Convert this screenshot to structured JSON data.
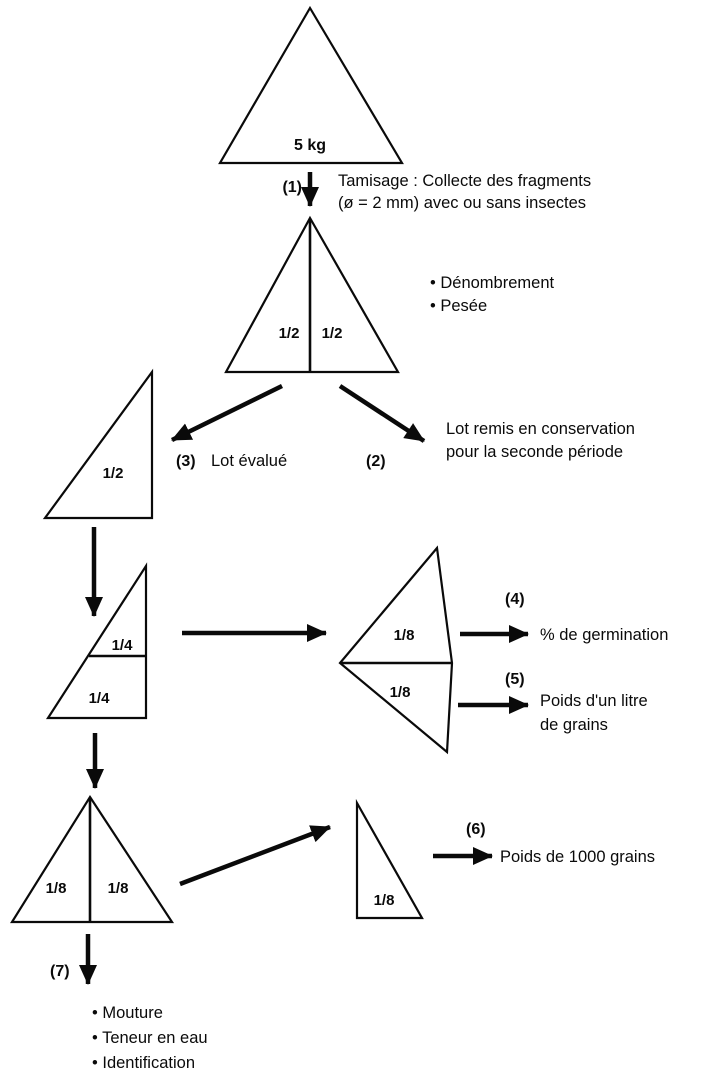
{
  "diagram": {
    "start": {
      "label": "5 kg"
    },
    "step1": {
      "num": "(1)",
      "note1": "Tamisage : Collecte des fragments",
      "note2": "(ø = 2 mm) avec ou sans insectes"
    },
    "split_half": {
      "left": "1/2",
      "right": "1/2",
      "bullet1": "• Dénombrement",
      "bullet2": "• Pesée"
    },
    "step3": {
      "num": "(3)",
      "label": "Lot évalué"
    },
    "step2": {
      "num": "(2)",
      "note1": "Lot remis en conservation",
      "note2": "pour la seconde période"
    },
    "half_kept": {
      "label": "1/2"
    },
    "quarters": {
      "top": "1/4",
      "bottom": "1/4"
    },
    "eighths_right": {
      "top": "1/8",
      "bottom": "1/8"
    },
    "step4": {
      "num": "(4)",
      "label": "% de germination"
    },
    "step5": {
      "num": "(5)",
      "note1": "Poids d'un litre",
      "note2": "de grains"
    },
    "eighths_bottom": {
      "left": "1/8",
      "right": "1/8"
    },
    "eighth_small": {
      "label": "1/8"
    },
    "step6": {
      "num": "(6)",
      "label": "Poids de 1000 grains"
    },
    "step7": {
      "num": "(7)",
      "bullet1": "• Mouture",
      "bullet2": "• Teneur en eau",
      "bullet3": "• Identification"
    }
  }
}
